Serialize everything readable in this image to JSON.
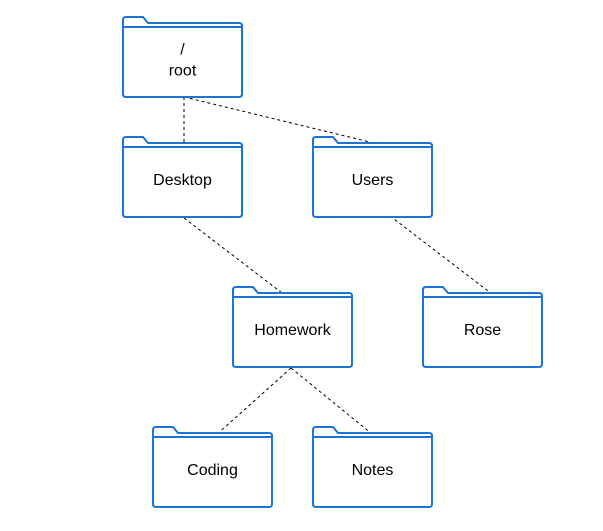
{
  "diagram": {
    "nodes": [
      {
        "id": "root",
        "lines": [
          "/",
          "root"
        ]
      },
      {
        "id": "desktop",
        "lines": [
          "Desktop"
        ]
      },
      {
        "id": "users",
        "lines": [
          "Users"
        ]
      },
      {
        "id": "homework",
        "lines": [
          "Homework"
        ]
      },
      {
        "id": "rose",
        "lines": [
          "Rose"
        ]
      },
      {
        "id": "coding",
        "lines": [
          "Coding"
        ]
      },
      {
        "id": "notes",
        "lines": [
          "Notes"
        ]
      }
    ],
    "edges": [
      {
        "from": "root",
        "to": "desktop"
      },
      {
        "from": "root",
        "to": "users"
      },
      {
        "from": "desktop",
        "to": "homework"
      },
      {
        "from": "users",
        "to": "rose"
      },
      {
        "from": "homework",
        "to": "coding"
      },
      {
        "from": "homework",
        "to": "notes"
      }
    ],
    "colors": {
      "folder_stroke": "#1b74d8",
      "folder_fill": "#ffffff",
      "edge": "#000000"
    },
    "icon": "folder-icon"
  }
}
